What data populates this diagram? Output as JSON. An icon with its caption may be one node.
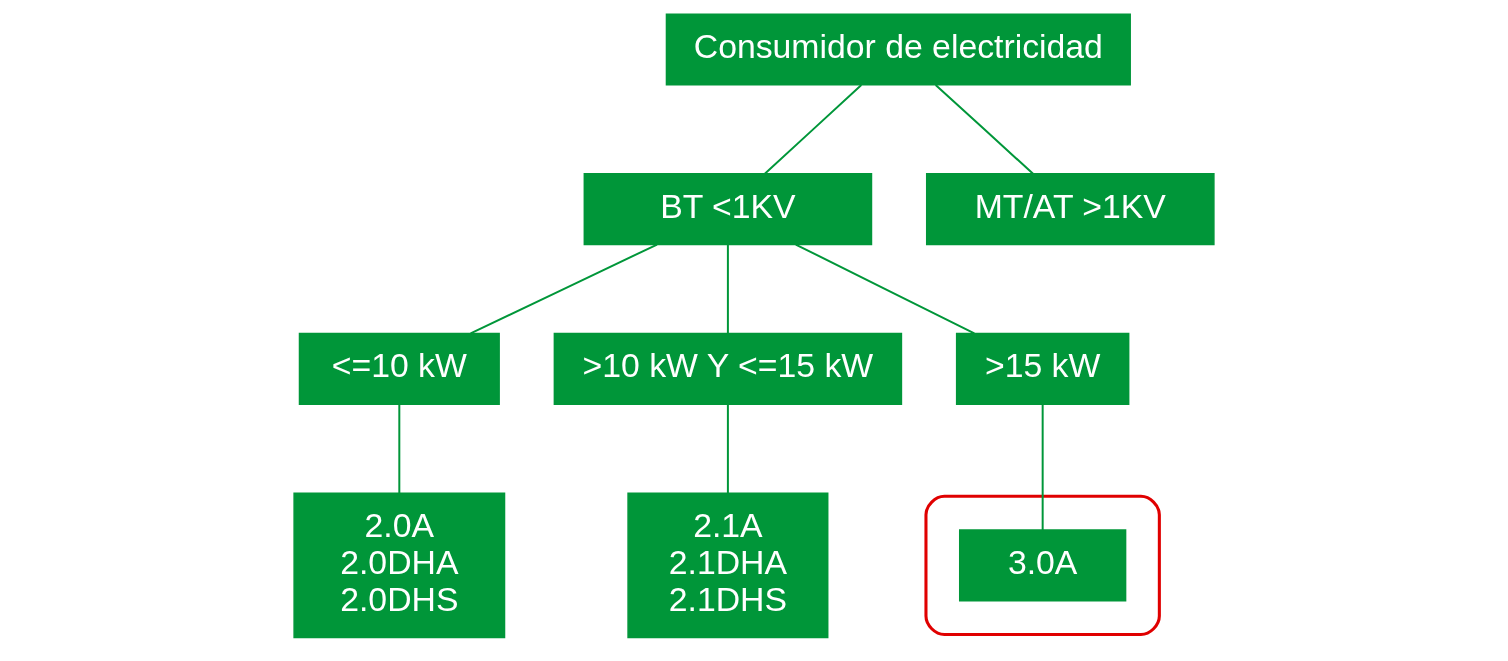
{
  "diagram": {
    "nodes": [
      {
        "text": [
          "Consumidor de electricidad"
        ]
      },
      {
        "text": [
          "BT <1KV"
        ]
      },
      {
        "text": [
          "MT/AT >1KV"
        ]
      },
      {
        "text": [
          "<=10 kW"
        ]
      },
      {
        "text": [
          ">10 kW Y <=15 kW"
        ]
      },
      {
        "text": [
          ">15 kW"
        ]
      },
      {
        "text": [
          "2.0A",
          "2.0DHA",
          "2.0DHS"
        ]
      },
      {
        "text": [
          "2.1A",
          "2.1DHA",
          "2.1DHS"
        ]
      },
      {
        "text": [],
        "shape": "box"
      },
      {
        "text": [
          "3.0A"
        ],
        "in": 8
      }
    ],
    "edges": [
      {
        "from": 0,
        "to": 1,
        "arrow": "none"
      },
      {
        "from": 0,
        "to": 2,
        "arrow": "none"
      },
      {
        "from": 1,
        "to": 3,
        "arrow": "none"
      },
      {
        "from": 1,
        "to": 4,
        "arrow": "none"
      },
      {
        "from": 1,
        "to": 5,
        "arrow": "none"
      },
      {
        "from": 3,
        "to": 6,
        "arrow": "none"
      },
      {
        "from": 4,
        "to": 7,
        "arrow": "none"
      },
      {
        "from": 5,
        "to": 9,
        "arrow": "none"
      }
    ]
  }
}
